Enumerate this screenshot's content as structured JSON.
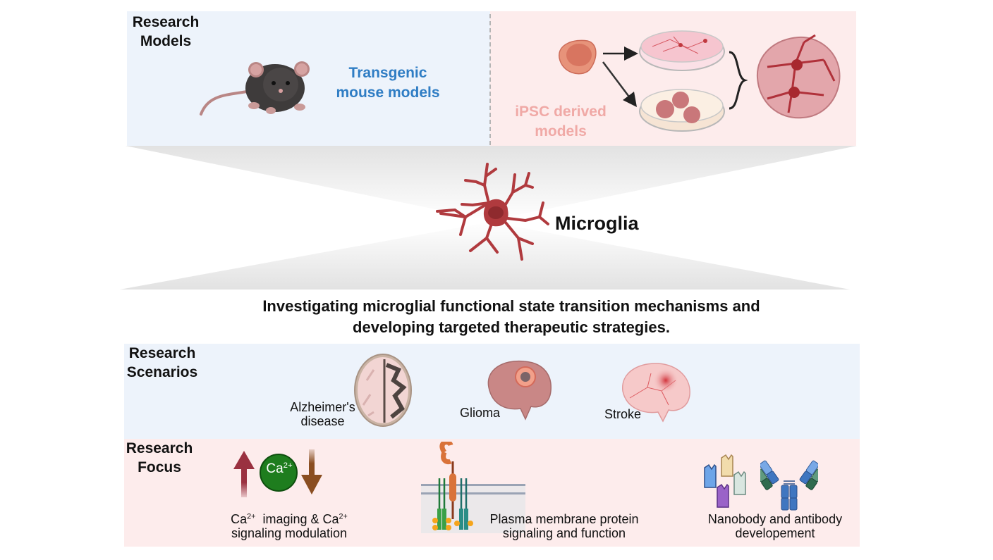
{
  "research_models": {
    "heading_line1": "Research",
    "heading_line2": "Models",
    "transgenic": {
      "line1": "Transgenic",
      "line2": "mouse models",
      "color": "#2f7dc4"
    },
    "ipsc": {
      "line1": "iPSC derived",
      "line2": "models",
      "color": "#f0a9a6"
    }
  },
  "center": {
    "cell_label": "Microglia",
    "headline_line1": "Investigating microglial functional state transition mechanisms and",
    "headline_line2": "developing targeted therapeutic strategies."
  },
  "research_scenarios": {
    "heading_line1": "Research",
    "heading_line2": "Scenarios",
    "items": [
      {
        "line1": "Alzheimer's",
        "line2": "disease",
        "icon": "brain-section-icon"
      },
      {
        "line1": "Glioma",
        "icon": "brain-tumor-icon"
      },
      {
        "line1": "Stroke",
        "icon": "brain-stroke-icon"
      }
    ]
  },
  "research_focus": {
    "heading_line1": "Research",
    "heading_line2": "Focus",
    "calcium": {
      "ion": "Ca",
      "charge": "2+",
      "caption_part1": "Ca",
      "caption_sup1": "2+",
      "caption_part2": "  imaging & Ca",
      "caption_sup2": "2+",
      "caption_line2": "signaling modulation"
    },
    "membrane": {
      "line1": "Plasma membrane protein",
      "line2": "signaling and function"
    },
    "antibody": {
      "line1": "Nanobody and antibody",
      "line2": "developement"
    }
  },
  "colors": {
    "blue_panel": "#edf3fb",
    "pink_panel": "#fdecec",
    "microglia_red": "#b03a3e",
    "calcium_green": "#1e7d1e"
  }
}
